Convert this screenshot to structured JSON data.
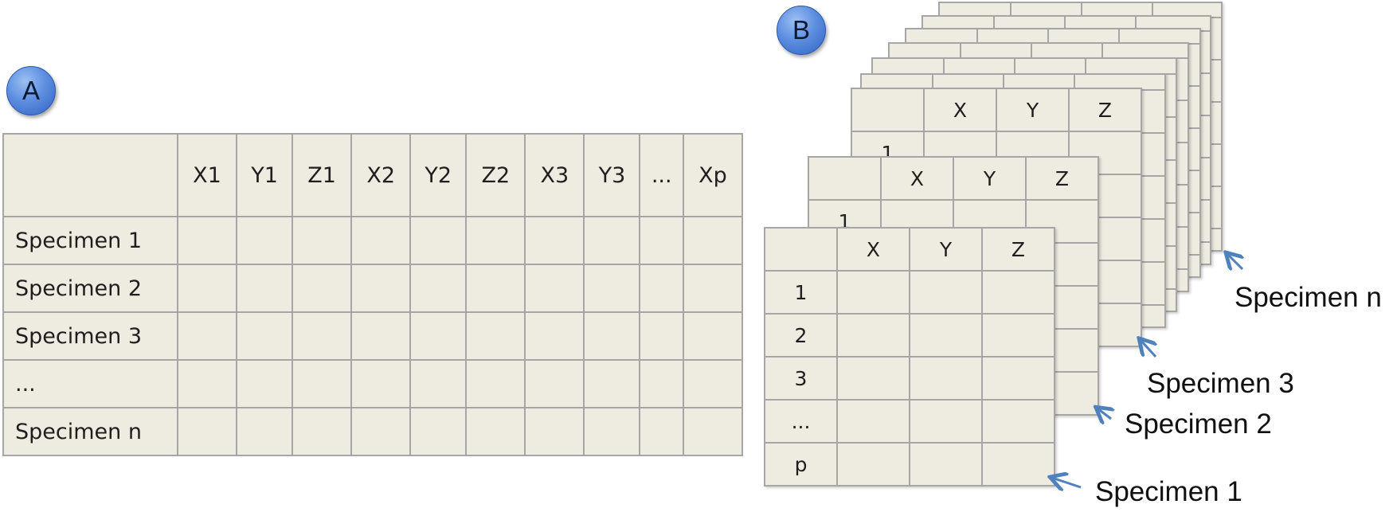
{
  "badges": {
    "a": "A",
    "b": "B"
  },
  "panel_a": {
    "columns": [
      "X1",
      "Y1",
      "Z1",
      "X2",
      "Y2",
      "Z2",
      "X3",
      "Y3",
      "...",
      "Xp"
    ],
    "rows": [
      "Specimen 1",
      "Specimen 2",
      "Specimen 3",
      "...",
      "Specimen n"
    ]
  },
  "panel_b": {
    "columns": [
      "X",
      "Y",
      "Z"
    ],
    "rows": [
      "1",
      "2",
      "3",
      "...",
      "p"
    ],
    "specimen_labels": [
      "Specimen 1",
      "Specimen 2",
      "Specimen 3",
      "Specimen n"
    ]
  },
  "colors": {
    "cell_fill": "#eeebe0",
    "grid_line": "#a6a6a6",
    "badge": "#4a7fd6",
    "arrow": "#4f81bd"
  }
}
